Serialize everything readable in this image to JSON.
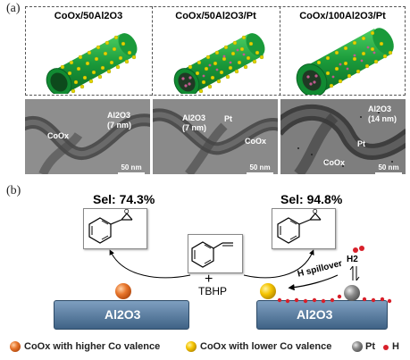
{
  "panel_a": {
    "label": "(a)",
    "columns": [
      {
        "title": "CoOx/50Al2O3"
      },
      {
        "title": "CoOx/50Al2O3/Pt"
      },
      {
        "title": "CoOx/100Al2O3/Pt"
      }
    ],
    "tem": [
      {
        "labels": [
          "CoOx",
          "Al2O3",
          "(7 nm)"
        ],
        "scale": "50 nm"
      },
      {
        "labels": [
          "Al2O3",
          "(7 nm)",
          "Pt",
          "CoOx"
        ],
        "scale": "50 nm"
      },
      {
        "labels": [
          "Al2O3",
          "(14 nm)",
          "Pt",
          "CoOx"
        ],
        "scale": "50 nm"
      }
    ]
  },
  "panel_b": {
    "label": "(b)",
    "sel_left": "Sel: 74.3%",
    "sel_right": "Sel: 94.8%",
    "plus": "+",
    "reagent": "TBHP",
    "support_left": "Al2O3",
    "support_right": "Al2O3",
    "h2_label": "H2",
    "spillover_label": "H spillover",
    "legend": [
      {
        "label": "CoOx with higher Co valence"
      },
      {
        "label": "CoOx with lower Co valence"
      },
      {
        "label": "Pt"
      },
      {
        "label": "H"
      }
    ]
  },
  "colors": {
    "tube_green": "#1a9a3a",
    "al2o3_yellow": "#e0d400",
    "pt_pink": "#c25a90",
    "coox_high": "#e8762c",
    "coox_low": "#f5c400",
    "pt_grey": "#8a8a8a",
    "h_red": "#d8202a",
    "support_blue": "#5b7fa6"
  },
  "icons": [
    "nanotube-icon",
    "styrene-structure",
    "epoxide-structure",
    "arrow-icon",
    "equilibrium-arrow-icon"
  ]
}
